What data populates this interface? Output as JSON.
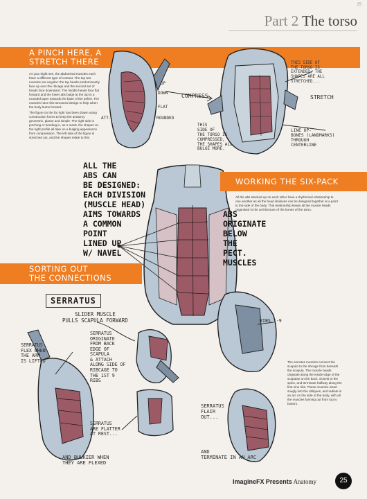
{
  "header": {
    "part": "Part 2",
    "title": "The torso",
    "top_page_number": "25"
  },
  "section1": {
    "heading_line1": "A PINCH HERE, A",
    "heading_line2": "STRETCH THERE",
    "paragraph1": "As you might see, the abdominal muscles each have a different type of contour. The top two muscles are angular: the top heads predominantly face up over the ribcage and the second set of heads face downward. The middle heads face flat forward and the lower abs bulge at the top in a rounded taper towards the base of the pelvis. The muscles have this structural design to help when the body leans forward.",
    "paragraph2": "The figure on the far right has been drawn using construction forms to keep the anatomy geometric, planar and simple. The right side is pinching or bending in, as a result, the shapes on the right profile all take on a bulging appearance from compression. The left side of the figure is stretched out, and the shapes relate to this.",
    "labels": {
      "up": "UP",
      "down": "DOWN",
      "flat": "FLAT",
      "rounded": "ROUNDED",
      "att": "ATT.",
      "compress": "COMPRESS",
      "this_side_extended": "THIS SIDE OF\nTHE TORSO IS\nEXTENDED, THE\nSHAPES ARE ALL\nSTRETCHED...",
      "stretch": "STRETCH",
      "this_side_compressed": "THIS\nSIDE OF\nTHE TORSO IS\nCOMPRESSED,\nTHE SHAPES ALL\nBULGE MORE.",
      "line_up": "LINE UP-\nBONES (LANDMARKS)\nTHROUGH\nCENTERLINE"
    }
  },
  "section2": {
    "heading": "WORKING THE SIX-PACK",
    "paragraph": "All the abs stacked up on each other have a rhythmical relationship to one another as all the head divisions can be designed together at a point to the side of the body. This relationship keeps all the muscle heads organised in the architecture of the bones of the torso.",
    "left_note": "ALL THE\nABS CAN\nBE DESIGNED:\nEACH DIVISION\n(MUSCLE HEAD)\nAIMS TOWARDS\nA COMMON\nPOINT\nLINED UP\nW/ NAVEL",
    "right_note": "ABS\nORIGINATE\nBELOW\nTHE\nPECT.\nMUSCLES"
  },
  "section3": {
    "heading_line1": "SORTING OUT",
    "heading_line2": "THE CONNECTIONS",
    "serratus_label": "SERRATUS",
    "slider_note": "SLIDER MUSCLE\nPULLS SCAPULA FORWARD",
    "serratus_flex": "SERRATUS\nFLEX WHEN\nTHE ARM\nIS LIFTED",
    "serratus_originate": "SERRATUS\nORIGINATE\nFROM BACK\nEDGE OF\nSCAPULA\n& ATTACH\nALONG SIDE OF\nRIBCAGE TO\nTHE 1ST 9\nRIBS",
    "ribs": "RIBS 1-9",
    "serratus_flatter": "SERRATUS\nARE FLATTER\nAT REST...",
    "bulkier": "AND BULKIER WHEN\nTHEY ARE FLEXED",
    "serratus_flair": "SERRATUS\nFLAIR\nOUT...",
    "terminate": "AND\nTERMINATE IN AN ARC",
    "paragraph": "The serratus muscles connect the scapula to the ribcage from beneath the scapula. The muscle heads originate along the inside edge of the scapulae on the back, closest to the spine, and terminate halfway along the first nine ribs. These muscles insert snugly into the obliques, and radiate in an arc on the side of the body, with all the muscles fanning out from top to bottom."
  },
  "footer": {
    "brand": "ImagineFX",
    "presents": "Presents",
    "title": "Anatomy",
    "page_number": "25"
  },
  "colors": {
    "accent": "#ef7d22",
    "skin": "#b9c8d4",
    "muscle": "#9c5a66",
    "ink": "#222222"
  }
}
